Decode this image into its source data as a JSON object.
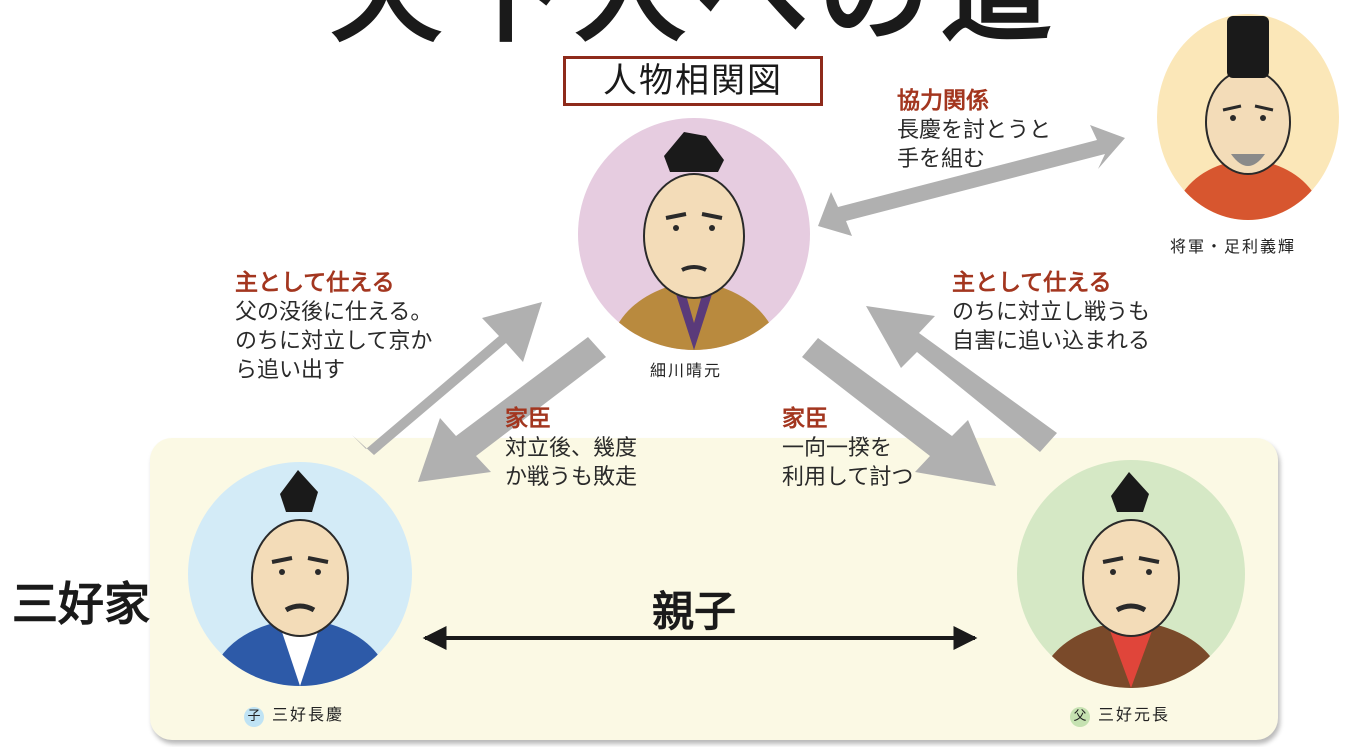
{
  "title": {
    "main": "天下人への道",
    "subtitle": "人物相関図"
  },
  "family_group": {
    "label": "三好家"
  },
  "persons": {
    "hosokawa": {
      "name": "細川晴元",
      "bg": "#e6cce0"
    },
    "ashikaga": {
      "name": "将軍・足利義輝",
      "bg": "#fbe7b8"
    },
    "nagayoshi": {
      "badge": "子",
      "name": "三好長慶",
      "bg": "#d3ebf7",
      "badge_bg": "#bfe3f4"
    },
    "motonaga": {
      "badge": "父",
      "name": "三好元長",
      "bg": "#d5e8c5",
      "badge_bg": "#c6e2b1"
    }
  },
  "relations": {
    "cooperation": {
      "head": "協力関係",
      "line1": "長慶を討とうと",
      "line2": "手を組む"
    },
    "serve_left": {
      "head": "主として仕える",
      "line1": "父の没後に仕える。",
      "line2": "のちに対立して京か",
      "line3": "ら追い出す"
    },
    "serve_right": {
      "head": "主として仕える",
      "line1": "のちに対立し戦うも",
      "line2": "自害に追い込まれる"
    },
    "vassal_left": {
      "head": "家臣",
      "line1": "対立後、幾度",
      "line2": "か戦うも敗走"
    },
    "vassal_right": {
      "head": "家臣",
      "line1": "一向一揆を",
      "line2": "利用して討つ"
    },
    "parent_child": {
      "label": "親子"
    }
  },
  "colors": {
    "accent_red": "#a3361f",
    "arrow_gray": "#b0b0b0",
    "panel_bg": "#fbf9e4"
  }
}
